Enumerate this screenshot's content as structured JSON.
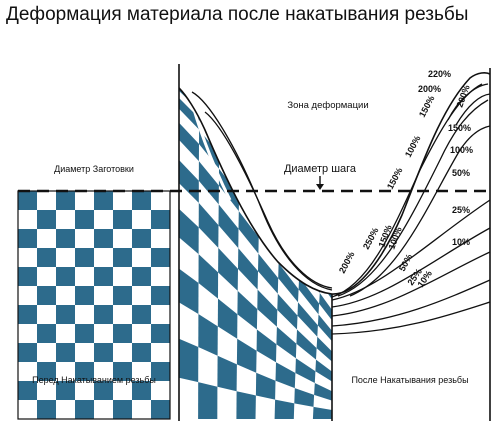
{
  "title": "Деформация материала после накатывания резьбы",
  "labels": {
    "blank_diameter": "Диаметр Заготовки",
    "before_rolling": "Перед Накатыванием резьбы",
    "deformation_zone": "Зона деформации",
    "pitch_diameter": "Диаметр шага",
    "after_rolling": "После Накатывания резьбы"
  },
  "contour_levels": [
    "220%",
    "200%",
    "200%",
    "150%",
    "150%",
    "100%",
    "100%",
    "150%",
    "50%",
    "25%",
    "10%",
    "200%",
    "250%",
    "150%",
    "100%",
    "50%",
    "25%",
    "10%"
  ],
  "colors": {
    "square": "#2d6b8c",
    "line": "#111111",
    "background": "#ffffff"
  }
}
